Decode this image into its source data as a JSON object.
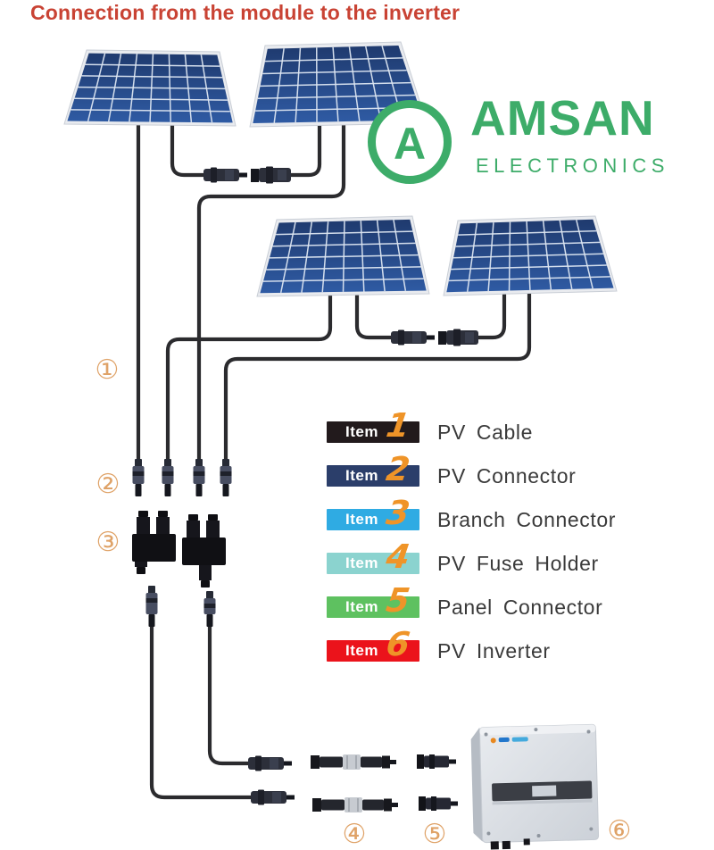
{
  "title": "Connection from the module to the inverter",
  "logo": {
    "monogram": "A",
    "brand": "AMSAN",
    "subtitle": "ELECTRONICS"
  },
  "legend": {
    "items": [
      {
        "label": "Item",
        "number": "1",
        "name": "PV Cable",
        "color": "#221a1c"
      },
      {
        "label": "Item",
        "number": "2",
        "name": "PV Connector",
        "color": "#2b3e6a"
      },
      {
        "label": "Item",
        "number": "3",
        "name": "Branch Connector",
        "color": "#2fabe3"
      },
      {
        "label": "Item",
        "number": "4",
        "name": "PV Fuse Holder",
        "color": "#8bd3cf"
      },
      {
        "label": "Item",
        "number": "5",
        "name": "Panel Connector",
        "color": "#5ec160"
      },
      {
        "label": "Item",
        "number": "6",
        "name": "PV Inverter",
        "color": "#eb131b"
      }
    ]
  },
  "callouts": [
    {
      "symbol": "①"
    },
    {
      "symbol": "②"
    },
    {
      "symbol": "③"
    },
    {
      "symbol": "④"
    },
    {
      "symbol": "⑤"
    },
    {
      "symbol": "⑥"
    }
  ],
  "colors": {
    "title": "#c94334",
    "brand_green": "#3dac69",
    "callout": "#dfa267",
    "legend_number": "#ef9428",
    "legend_label": "#3a3a3a",
    "panel_blue": "#27497f",
    "cable": "#2b2b2e"
  }
}
